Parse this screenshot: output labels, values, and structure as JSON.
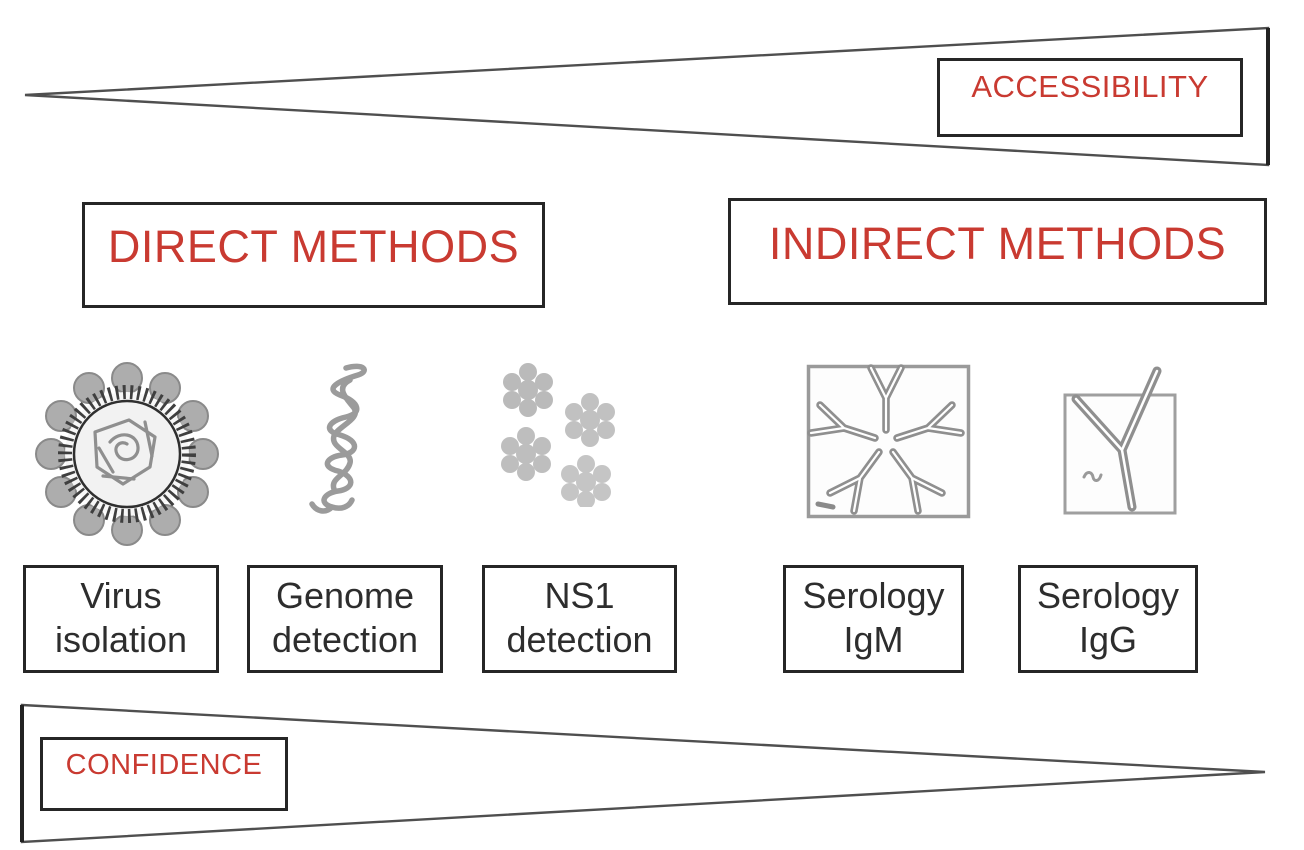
{
  "palette": {
    "accent_red": "#c93a31",
    "box_border": "#262626",
    "wedge_line": "#4f4f4f",
    "icon_gray": "#9a9a9a",
    "label_text": "#2d2d2d"
  },
  "top_banner": {
    "label": "ACCESSIBILITY"
  },
  "bottom_banner": {
    "label": "CONFIDENCE"
  },
  "groups": [
    {
      "label": "DIRECT METHODS"
    },
    {
      "label": "INDIRECT METHODS"
    }
  ],
  "methods": [
    {
      "line1": "Virus",
      "line2": "isolation",
      "icon": "virus-particle-icon"
    },
    {
      "line1": "Genome",
      "line2": "detection",
      "icon": "rna-genome-icon"
    },
    {
      "line1": "NS1",
      "line2": "detection",
      "icon": "ns1-protein-icon"
    },
    {
      "line1": "Serology",
      "line2": "IgM",
      "icon": "igm-antibody-icon"
    },
    {
      "line1": "Serology",
      "line2": "IgG",
      "icon": "igg-antibody-icon"
    }
  ]
}
